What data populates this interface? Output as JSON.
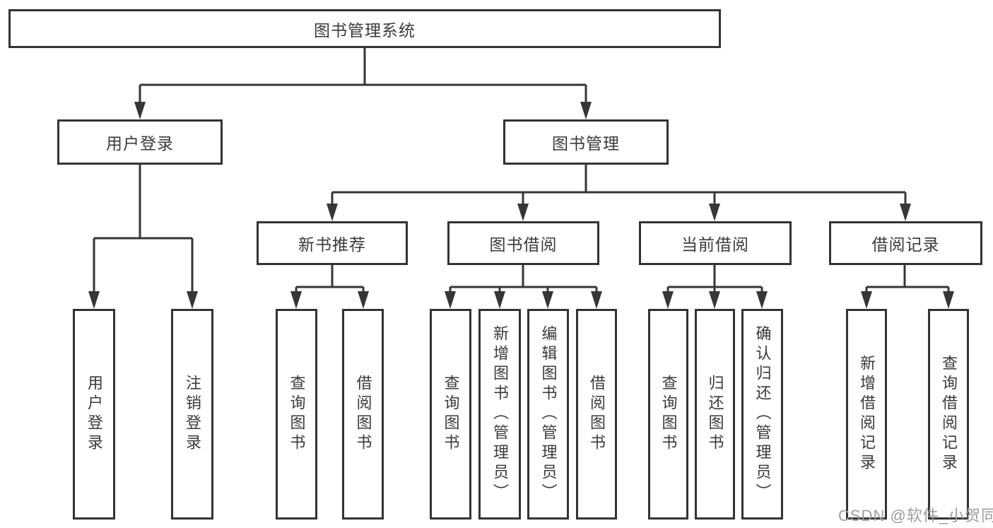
{
  "diagram": {
    "root": {
      "label": "图书管理系统"
    },
    "level2": [
      {
        "label": "用户登录"
      },
      {
        "label": "图书管理"
      }
    ],
    "level3": [
      {
        "label": "新书推荐"
      },
      {
        "label": "图书借阅"
      },
      {
        "label": "当前借阅"
      },
      {
        "label": "借阅记录"
      }
    ],
    "leaves": [
      {
        "label": "用户登录"
      },
      {
        "label": "注销登录"
      },
      {
        "label": "查询图书"
      },
      {
        "label": "借阅图书"
      },
      {
        "label": "查询图书"
      },
      {
        "label": "新增图书（管理员）"
      },
      {
        "label": "编辑图书（管理员）"
      },
      {
        "label": "借阅图书"
      },
      {
        "label": "查询图书"
      },
      {
        "label": "归还图书"
      },
      {
        "label": "确认归还（管理员）"
      },
      {
        "label": "新增借阅记录"
      },
      {
        "label": "查询借阅记录"
      }
    ]
  },
  "watermark": {
    "text": "CSDN @软件_小贺同学"
  },
  "colors": {
    "line": "#363636",
    "border": "#333333",
    "text": "#3a3a3a",
    "watermark": "#9c9c9c",
    "background": "#ffffff"
  }
}
